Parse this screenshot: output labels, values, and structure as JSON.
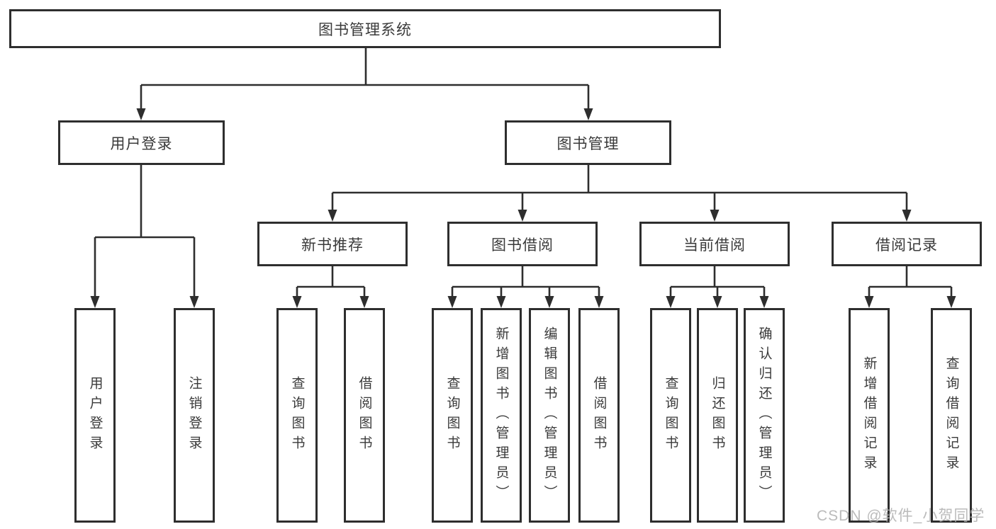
{
  "diagram": {
    "title": "图书管理系统",
    "root": {
      "label": "图书管理系统"
    },
    "level2": [
      {
        "id": "user-login",
        "label": "用户登录"
      },
      {
        "id": "book-management",
        "label": "图书管理"
      }
    ],
    "level3": [
      {
        "id": "new-book-recommend",
        "label": "新书推荐"
      },
      {
        "id": "book-borrow",
        "label": "图书借阅"
      },
      {
        "id": "current-borrow",
        "label": "当前借阅"
      },
      {
        "id": "borrow-records",
        "label": "借阅记录"
      }
    ],
    "leaves": {
      "user_login": [
        "用户登录",
        "注销登录"
      ],
      "new_book_recommend": [
        "查询图书",
        "借阅图书"
      ],
      "book_borrow": [
        "查询图书",
        "新增图书（管理员）",
        "编辑图书（管理员）",
        "借阅图书"
      ],
      "current_borrow": [
        "查询图书",
        "归还图书",
        "确认归还（管理员）"
      ],
      "borrow_records": [
        "新增借阅记录",
        "查询借阅记录"
      ]
    }
  },
  "watermark": {
    "text": "CSDN @软件_小贺同学"
  },
  "colors": {
    "line": "#2e2e2e",
    "border": "#2e2e2e",
    "text": "#3a3a3a",
    "watermark": "#b2b2b2",
    "background": "#ffffff"
  }
}
